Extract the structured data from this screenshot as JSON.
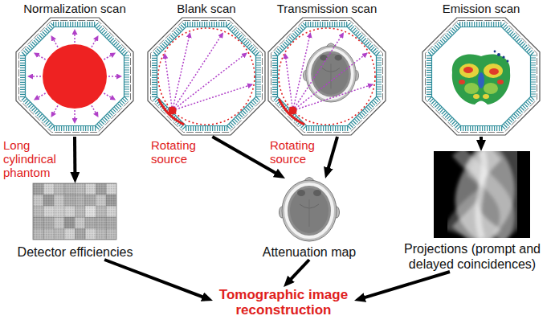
{
  "diagram": {
    "nodes": [
      {
        "text": [
          "Normalization scan"
        ]
      },
      {
        "text": [
          "Blank scan"
        ]
      },
      {
        "text": [
          "Transmission scan"
        ]
      },
      {
        "text": [
          "Emission scan"
        ]
      },
      {
        "text": [
          "Detector efficiencies"
        ]
      },
      {
        "text": [
          "Attenuation map"
        ]
      },
      {
        "text": [
          "Projections (prompt and delayed coincidences)"
        ]
      },
      {
        "text": [
          "Tomographic image reconstruction"
        ]
      }
    ],
    "edges": [
      {
        "from": 0,
        "to": 4,
        "arrow": "to"
      },
      {
        "from": 1,
        "to": 5,
        "arrow": "to"
      },
      {
        "from": 2,
        "to": 5,
        "arrow": "to"
      },
      {
        "from": 3,
        "to": 6,
        "arrow": "to"
      },
      {
        "from": 4,
        "to": 7,
        "arrow": "to"
      },
      {
        "from": 5,
        "to": 7,
        "arrow": "to"
      },
      {
        "from": 6,
        "to": 7,
        "arrow": "to"
      }
    ],
    "labels": [
      "Long cylindrical phantom",
      "Rotating source",
      "Rotating source"
    ]
  }
}
